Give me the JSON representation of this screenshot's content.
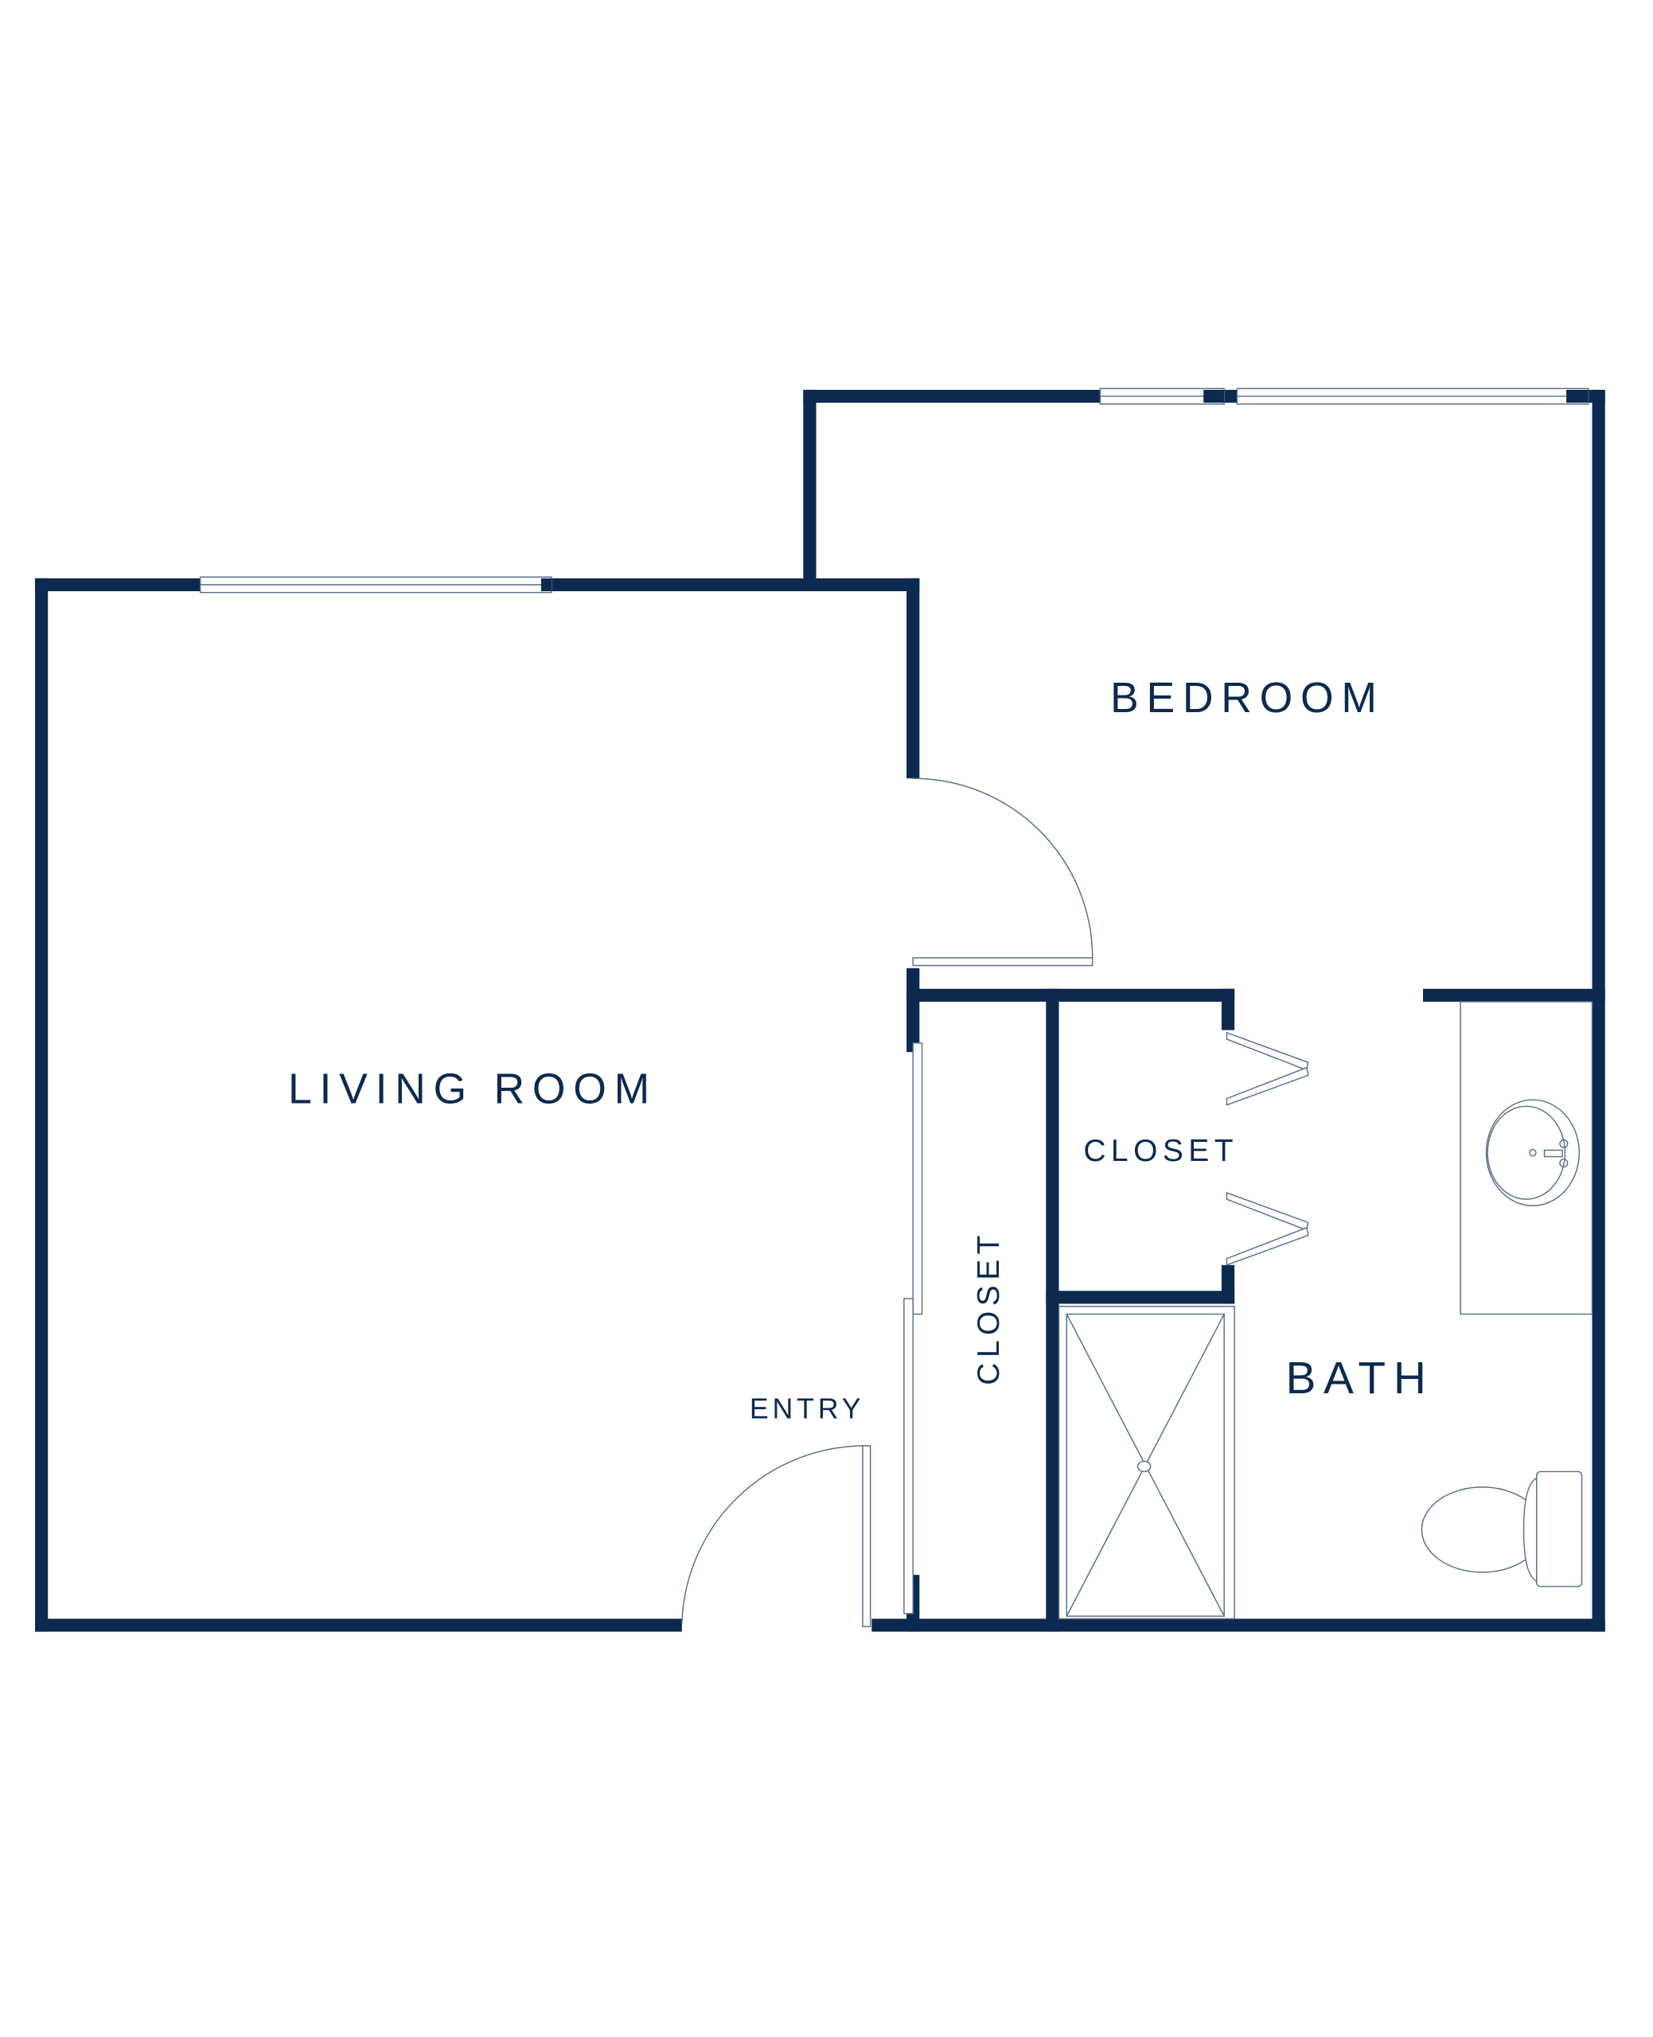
{
  "colors": {
    "wall": "#0c2a4f",
    "fixture_line": "#5a6f8c",
    "background": "#ffffff"
  },
  "rooms": {
    "living_room": "LIVING ROOM",
    "bedroom": "BEDROOM",
    "bath": "BATH",
    "closet_bedroom": "CLOSET",
    "closet_entry": "CLOSET",
    "entry": "ENTRY"
  }
}
